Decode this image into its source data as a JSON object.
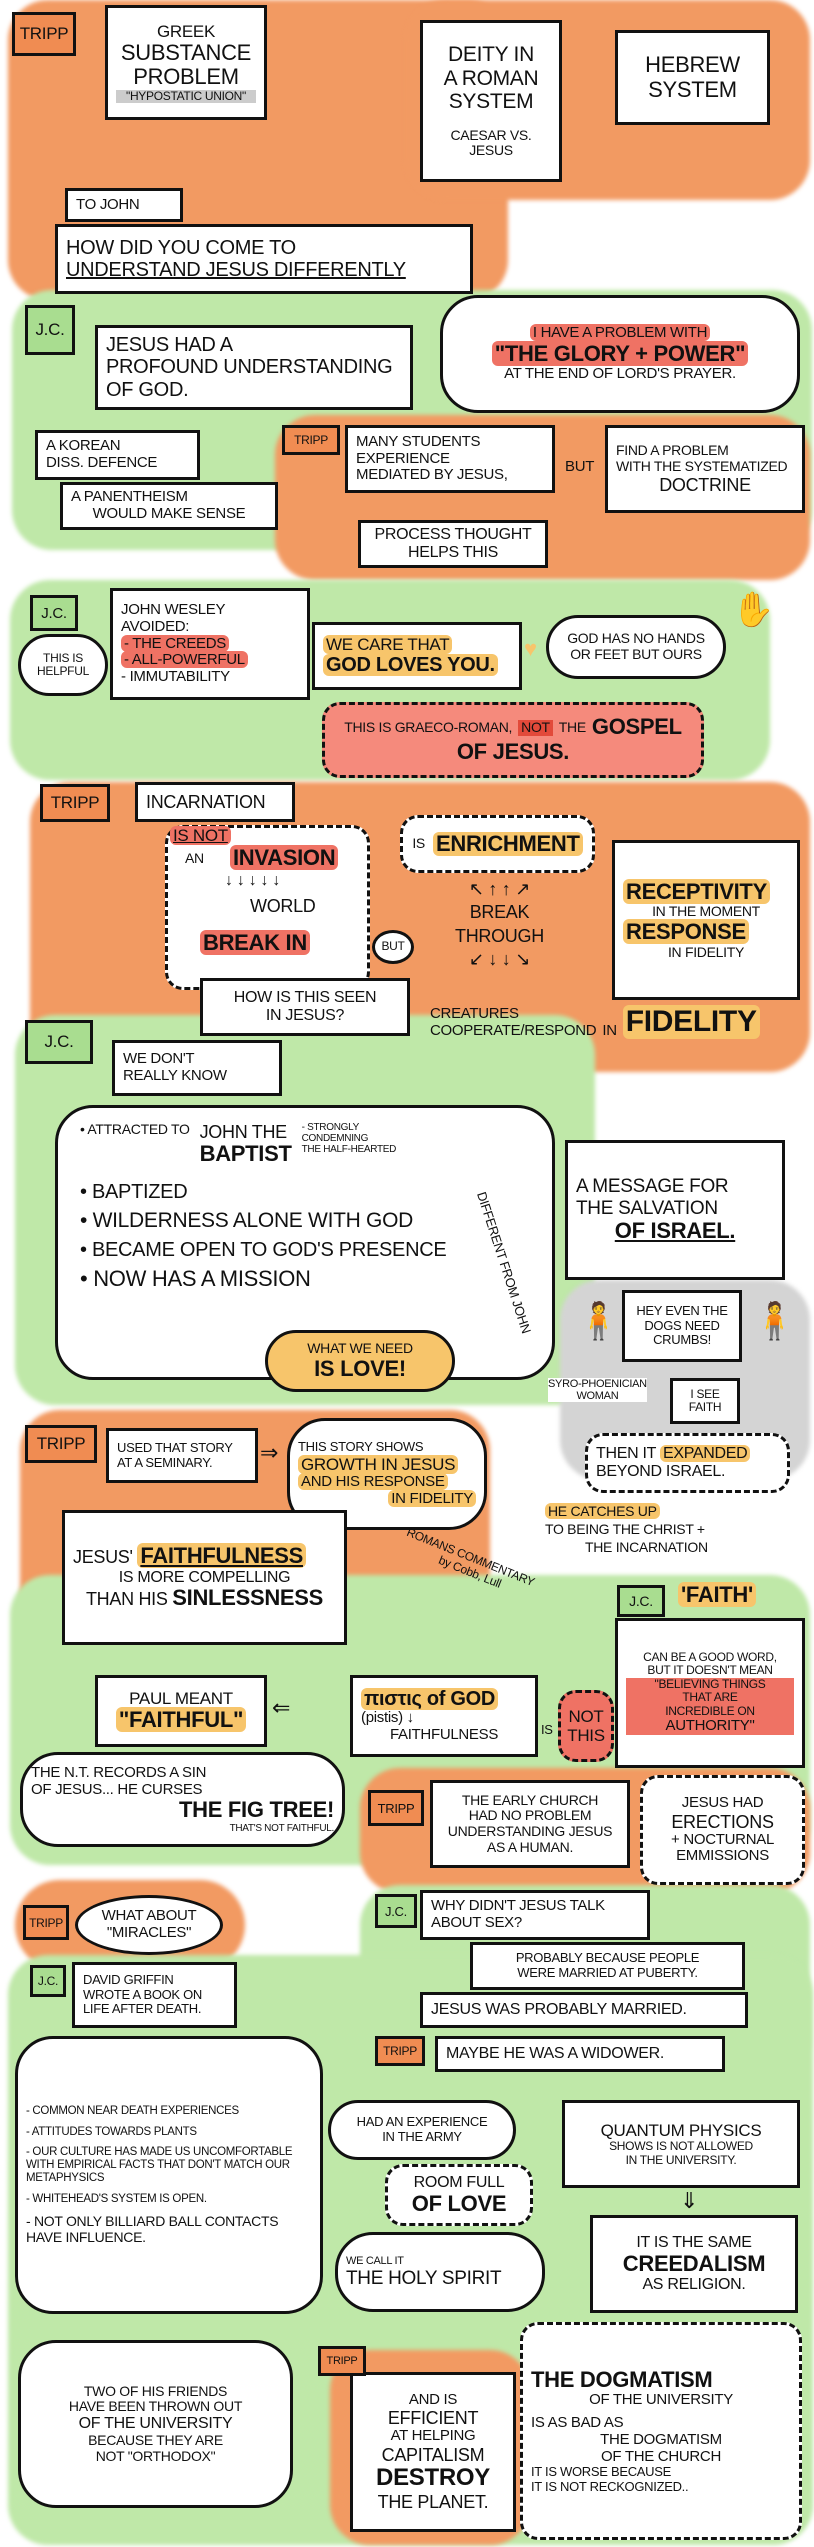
{
  "colors": {
    "orange": "#f29a62",
    "green": "#bfe8a8",
    "yellow": "#f7c56b",
    "red": "#ef7264",
    "gray": "#d4d4d4"
  },
  "tags": {
    "tripp": "TRIPP",
    "jc": "J.C."
  },
  "s1": {
    "greek": [
      "GREEK",
      "SUBSTANCE",
      "PROBLEM"
    ],
    "greek_sub": "\"HYPOSTATIC UNION\"",
    "deity": [
      "DEITY IN",
      "A ROMAN",
      "SYSTEM"
    ],
    "deity_sub": "CAESAR VS. JESUS",
    "hebrew": [
      "HEBREW",
      "SYSTEM"
    ],
    "to_john": "TO JOHN",
    "question": [
      "HOW DID YOU COME TO",
      "UNDERSTAND JESUS DIFFERENTLY"
    ]
  },
  "s2": {
    "jesus": [
      "JESUS HAD A",
      "PROFOUND UNDERSTANDING",
      "OF GOD."
    ],
    "cloud": [
      "I HAVE A PROBLEM WITH",
      "\"THE GLORY + POWER\"",
      "AT THE END OF LORD'S PRAYER."
    ],
    "korean": [
      "A KOREAN",
      "DISS. DEFENCE"
    ],
    "panentheism": [
      "A PANENTHEISM",
      "WOULD MAKE SENSE"
    ],
    "students": [
      "MANY STUDENTS",
      "EXPERIENCE",
      "MEDIATED BY JESUS,"
    ],
    "but": "BUT",
    "find": [
      "FIND A PROBLEM",
      "WITH THE SYSTEMATIZED",
      "DOCTRINE"
    ],
    "process": [
      "PROCESS THOUGHT",
      "HELPS THIS"
    ]
  },
  "s3": {
    "wesley": [
      "JOHN WESLEY",
      "AVOIDED:",
      "- THE CREEDS",
      "- ALL-POWERFUL",
      "- IMMUTABILITY"
    ],
    "helpful": [
      "THIS IS",
      "HELPFUL"
    ],
    "care": [
      "WE CARE THAT",
      "GOD LOVES YOU."
    ],
    "hands": [
      "GOD HAS NO HANDS",
      "OR FEET BUT OURS"
    ],
    "graeco": [
      "THIS IS GRAECO-ROMAN,",
      "NOT",
      "THE",
      "GOSPEL",
      "OF JESUS."
    ]
  },
  "s4": {
    "incarnation": [
      "INCARNATION",
      "IS NOT",
      "AN",
      "INVASION"
    ],
    "is": "IS",
    "enrichment": "ENRICHMENT",
    "world": "WORLD",
    "breakin": "BREAK IN",
    "but": "BUT",
    "breakthrough": [
      "BREAK",
      "THROUGH"
    ],
    "receptivity": [
      "RECEPTIVITY",
      "IN THE MOMENT",
      "RESPONSE",
      "IN FIDELITY"
    ],
    "seen": [
      "HOW IS THIS SEEN",
      "IN JESUS?"
    ],
    "creatures": [
      "CREATURES",
      "COOPERATE/RESPOND",
      "IN",
      "FIDELITY"
    ]
  },
  "s5": {
    "dontknow": [
      "WE DON'T",
      "REALLY KNOW"
    ],
    "attracted": [
      "• ATTRACTED TO",
      "JOHN THE",
      "BAPTIST"
    ],
    "strongly": [
      "- STRONGLY",
      "CONDEMNING",
      "THE HALF-HEARTED"
    ],
    "list": [
      "• BAPTIZED",
      "• WILDERNESS ALONE WITH GOD",
      "• BECAME OPEN TO GOD'S PRESENCE",
      "• NOW HAS A MISSION"
    ],
    "love": [
      "WHAT WE NEED",
      "IS LOVE!"
    ],
    "different": "DIFFERENT FROM JOHN",
    "message": [
      "A MESSAGE FOR",
      "THE SALVATION",
      "OF ISRAEL."
    ],
    "dogs": [
      "HEY EVEN THE",
      "DOGS NEED",
      "CRUMBS!"
    ],
    "woman": [
      "SYRO-PHOENICIAN",
      "WOMAN"
    ],
    "faith": [
      "I SEE",
      "FAITH"
    ],
    "expanded": [
      "THEN IT",
      "EXPANDED",
      "BEYOND ISRAEL."
    ]
  },
  "s6": {
    "seminary": [
      "USED THAT STORY",
      "AT A SEMINARY."
    ],
    "shows": [
      "THIS STORY SHOWS",
      "GROWTH IN JESUS",
      "AND HIS RESPONSE",
      "IN FIDELITY"
    ],
    "catches": [
      "HE CATCHES UP",
      "TO BEING THE CHRIST +",
      "THE INCARNATION"
    ],
    "faithfulness": [
      "JESUS'",
      "FAITHFULNESS",
      "IS MORE COMPELLING",
      "THAN HIS",
      "SINLESSNESS"
    ],
    "romans": [
      "ROMANS COMMENTARY",
      "by Cobb, Lull"
    ]
  },
  "s7": {
    "faithword": [
      "'FAITH'",
      "CAN BE A GOOD WORD,",
      "BUT IT DOESN'T MEAN",
      "\"BELIEVING THINGS",
      "THAT ARE",
      "INCREDIBLE ON",
      "AUTHORITY\""
    ],
    "paul": [
      "PAUL MEANT",
      "\"FAITHFUL\""
    ],
    "pistis": [
      "πιστις of GOD",
      "(pistis) ↓",
      "FAITHFULNESS"
    ],
    "is": "IS",
    "notthis": [
      "NOT",
      "THIS"
    ],
    "nt": [
      "THE N.T. RECORDS A SIN",
      "OF JESUS... HE CURSES",
      "THE FIG TREE!",
      "THAT'S NOT FAITHFUL."
    ],
    "early": [
      "THE EARLY CHURCH",
      "HAD NO PROBLEM",
      "UNDERSTANDING JESUS",
      "AS A HUMAN."
    ],
    "erections": [
      "JESUS HAD",
      "ERECTIONS",
      "+ NOCTURNAL",
      "EMMISSIONS"
    ]
  },
  "s8": {
    "sex": [
      "WHY DIDN'T JESUS TALK",
      "ABOUT SEX?"
    ],
    "puberty": [
      "PROBABLY BECAUSE PEOPLE",
      "WERE MARRIED AT PUBERTY."
    ],
    "married": "JESUS WAS PROBABLY MARRIED.",
    "widower": "MAYBE HE WAS A WIDOWER.",
    "miracles": [
      "WHAT ABOUT",
      "\"MIRACLES\""
    ],
    "griffin": [
      "DAVID GRIFFIN",
      "WROTE A BOOK ON",
      "LIFE AFTER DEATH."
    ],
    "list": [
      "- COMMON NEAR DEATH EXPERIENCES",
      "- ATTITUDES TOWARDS PLANTS",
      "- OUR CULTURE HAS MADE US UNCOMFORTABLE WITH EMPIRICAL FACTS THAT DON'T MATCH OUR METAPHYSICS",
      "- WHITEHEAD'S SYSTEM IS OPEN.",
      "- NOT ONLY BILLIARD BALL CONTACTS HAVE INFLUENCE."
    ],
    "army": [
      "HAD AN EXPERIENCE",
      "IN THE ARMY"
    ],
    "room": [
      "ROOM FULL",
      "OF LOVE"
    ],
    "spirit": [
      "WE CALL IT",
      "THE HOLY SPIRIT"
    ],
    "quantum": [
      "QUANTUM PHYSICS",
      "SHOWS IS NOT ALLOWED",
      "IN THE UNIVERSITY."
    ],
    "creedalism": [
      "IT IS THE SAME",
      "CREEDALISM",
      "AS RELIGION."
    ],
    "friends": [
      "TWO OF HIS FRIENDS",
      "HAVE BEEN THROWN OUT",
      "OF THE UNIVERSITY",
      "BECAUSE THEY ARE",
      "NOT \"ORTHODOX\""
    ],
    "capitalism": [
      "AND IS",
      "EFFICIENT",
      "AT HELPING",
      "CAPITALISM",
      "DESTROY",
      "THE PLANET."
    ],
    "dogmatism": [
      "THE DOGMATISM",
      "OF THE UNIVERSITY",
      "IS AS BAD AS",
      "THE DOGMATISM",
      "OF THE CHURCH",
      "IT IS WORSE BECAUSE",
      "IT IS NOT RECKOGNIZED.."
    ]
  }
}
